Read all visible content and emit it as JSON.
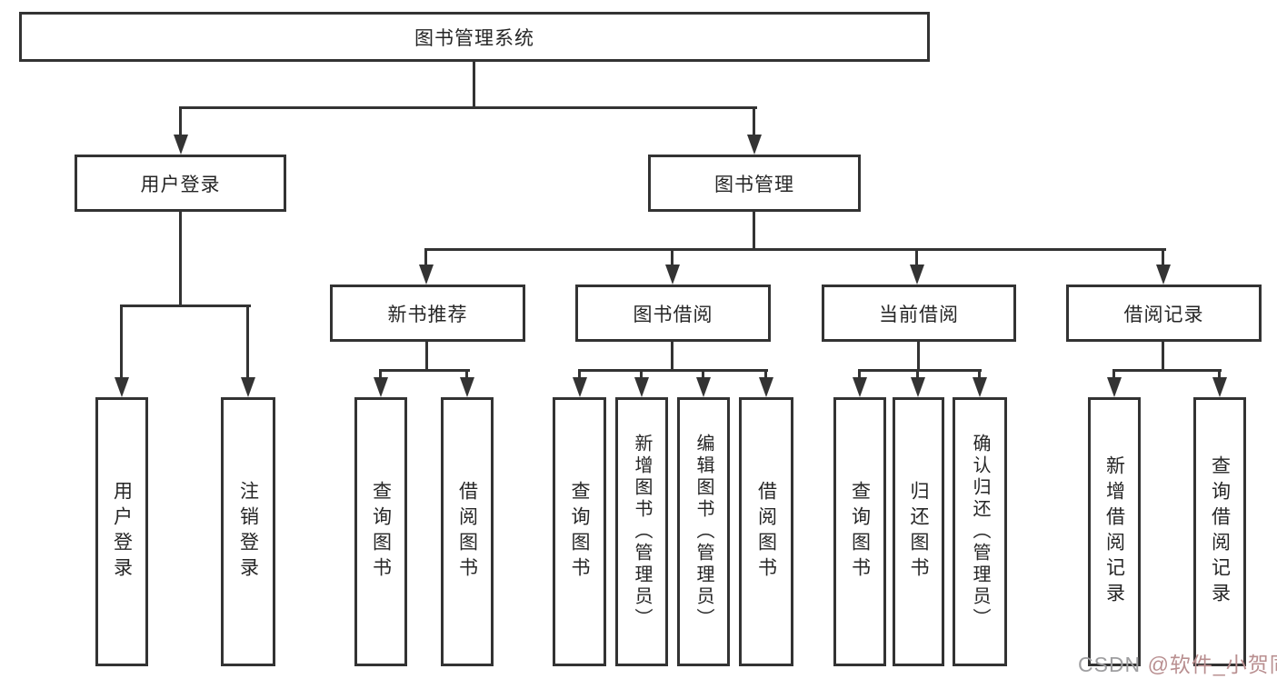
{
  "diagram": {
    "type": "hierarchy-chart",
    "background_color": "#ffffff",
    "line_color": "#333333",
    "text_color": "#262626",
    "nodes": {
      "root": {
        "label": "图书管理系统"
      },
      "user_login": {
        "label": "用户登录"
      },
      "book_mgmt": {
        "label": "图书管理"
      },
      "new_book_rec": {
        "label": "新书推荐"
      },
      "book_borrow": {
        "label": "图书借阅"
      },
      "current_borrow": {
        "label": "当前借阅"
      },
      "borrow_records": {
        "label": "借阅记录"
      },
      "leaf_user_login": {
        "label": "用户登录"
      },
      "leaf_logout": {
        "label": "注销登录"
      },
      "leaf_nbr_query": {
        "label": "查询图书"
      },
      "leaf_nbr_borrow": {
        "label": "借阅图书"
      },
      "leaf_bb_query": {
        "label": "查询图书"
      },
      "leaf_bb_add": {
        "label": "新增图书（管理员）"
      },
      "leaf_bb_edit": {
        "label": "编辑图书（管理员）"
      },
      "leaf_bb_borrow": {
        "label": "借阅图书"
      },
      "leaf_cb_query": {
        "label": "查询图书"
      },
      "leaf_cb_return": {
        "label": "归还图书"
      },
      "leaf_cb_confirm": {
        "label": "确认归还（管理员）"
      },
      "leaf_br_add": {
        "label": "新增借阅记录"
      },
      "leaf_br_query": {
        "label": "查询借阅记录"
      }
    },
    "edges": [
      [
        "root",
        "user_login"
      ],
      [
        "root",
        "book_mgmt"
      ],
      [
        "user_login",
        "leaf_user_login"
      ],
      [
        "user_login",
        "leaf_logout"
      ],
      [
        "book_mgmt",
        "new_book_rec"
      ],
      [
        "book_mgmt",
        "book_borrow"
      ],
      [
        "book_mgmt",
        "current_borrow"
      ],
      [
        "book_mgmt",
        "borrow_records"
      ],
      [
        "new_book_rec",
        "leaf_nbr_query"
      ],
      [
        "new_book_rec",
        "leaf_nbr_borrow"
      ],
      [
        "book_borrow",
        "leaf_bb_query"
      ],
      [
        "book_borrow",
        "leaf_bb_add"
      ],
      [
        "book_borrow",
        "leaf_bb_edit"
      ],
      [
        "book_borrow",
        "leaf_bb_borrow"
      ],
      [
        "current_borrow",
        "leaf_cb_query"
      ],
      [
        "current_borrow",
        "leaf_cb_return"
      ],
      [
        "current_borrow",
        "leaf_cb_confirm"
      ],
      [
        "borrow_records",
        "leaf_br_add"
      ],
      [
        "borrow_records",
        "leaf_br_query"
      ]
    ],
    "watermark": {
      "prefix": "CSDN ",
      "handle": "@软件_小贺同学"
    }
  }
}
